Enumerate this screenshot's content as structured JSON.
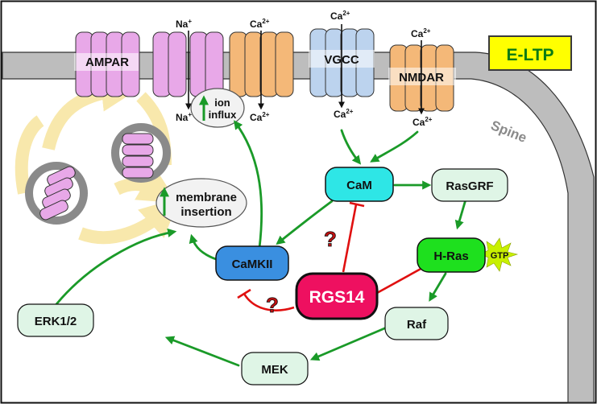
{
  "badge": {
    "label": "E-LTP",
    "bg": "#ffff00",
    "border": "#3a3a3a",
    "text_color": "#0a7a14"
  },
  "membrane": {
    "label": "Spine",
    "color": "#bdbdbd"
  },
  "channels": {
    "ampar": "AMPAR",
    "vgcc": "VGCC",
    "nmdar": "NMDAR"
  },
  "ions": {
    "na_top": "Na",
    "na_top_sup": "+",
    "na_bottom": "Na",
    "na_bottom_sup": "+",
    "ca1_top": "Ca",
    "ca1_top_sup": "2+",
    "ca1_bottom": "Ca",
    "ca1_bottom_sup": "2+",
    "ca2_top": "Ca",
    "ca2_top_sup": "2+",
    "ca2_bottom": "Ca",
    "ca2_bottom_sup": "2+",
    "ca3_top": "Ca",
    "ca3_top_sup": "2+",
    "ca3_bottom": "Ca",
    "ca3_bottom_sup": "2+"
  },
  "outcomes": {
    "ion_influx_line1": "ion",
    "ion_influx_line2": "influx",
    "membrane_insertion_line1": "membrane",
    "membrane_insertion_line2": "insertion"
  },
  "nodes": {
    "cam": "CaM",
    "rasgrf": "RasGRF",
    "hras": "H-Ras",
    "gtp": "GTP",
    "camkii": "CaMKII",
    "rgs14": "RGS14",
    "raf": "Raf",
    "mek": "MEK",
    "erk": "ERK1/2"
  },
  "question_marks": {
    "q1": "?",
    "q2": "?"
  },
  "colors": {
    "activation_arrow": "#1a9a28",
    "inhibition": "#e01010",
    "cam": "#2ee6e6",
    "camkii": "#3a8fe0",
    "hras": "#1ee01e",
    "rgs14": "#ee1060",
    "pale_node": "#dff5e6",
    "gtp_star": "#c8f000",
    "ampar_pink": "#e8a8e8",
    "vgcc_blue": "#bcd3ee",
    "nmdar_orange": "#f4b878",
    "question_mark": "#c01010"
  }
}
